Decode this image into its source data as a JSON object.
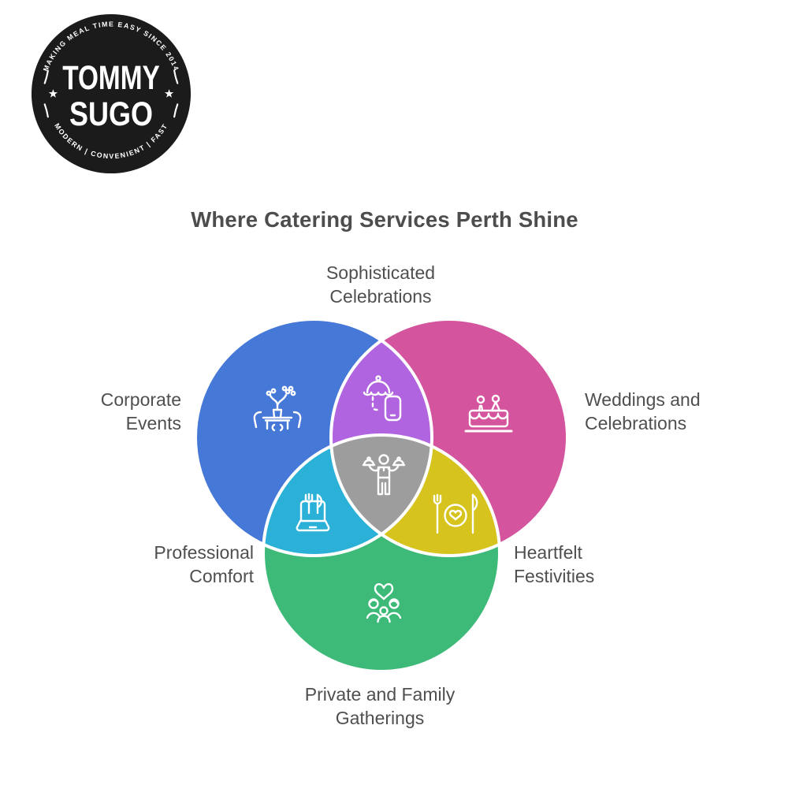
{
  "logo": {
    "top_arc": "MAKING MEAL TIME EASY SINCE 2014",
    "name_line1": "TOMMY",
    "name_line2": "SUGO",
    "bottom_arc": "MODERN | CONVENIENT | FAST",
    "bg_color": "#1b1b1b",
    "text_color": "#ffffff"
  },
  "title": "Where Catering Services Perth Shine",
  "text_color": "#4f4f4f",
  "venn": {
    "stroke_color": "#ffffff",
    "sets": [
      {
        "key": "corporate",
        "label_line1": "Corporate",
        "label_line2": "Events",
        "color": "#4678D8",
        "icon": "table-plant-icon"
      },
      {
        "key": "weddings",
        "label_line1": "Weddings and",
        "label_line2": "Celebrations",
        "color": "#D4549E",
        "icon": "wedding-cake-icon"
      },
      {
        "key": "private",
        "label_line1": "Private and Family",
        "label_line2": "Gatherings",
        "color": "#3DBA78",
        "icon": "family-heart-icon"
      }
    ],
    "overlaps": [
      {
        "key": "sophisticated",
        "between": [
          "corporate",
          "weddings"
        ],
        "label_line1": "Sophisticated",
        "label_line2": "Celebrations",
        "color": "#B164E0",
        "icon": "cloche-phone-icon"
      },
      {
        "key": "professional",
        "between": [
          "corporate",
          "private"
        ],
        "label_line1": "Professional",
        "label_line2": "Comfort",
        "color": "#2BB1D7",
        "icon": "laptop-cutlery-icon"
      },
      {
        "key": "heartfelt",
        "between": [
          "weddings",
          "private"
        ],
        "label_line1": "Heartfelt",
        "label_line2": "Festivities",
        "color": "#D7C31E",
        "icon": "plate-heart-cutlery-icon"
      },
      {
        "key": "center",
        "between": [
          "corporate",
          "weddings",
          "private"
        ],
        "color": "#9D9D9D",
        "icon": "waiter-icon"
      }
    ]
  }
}
